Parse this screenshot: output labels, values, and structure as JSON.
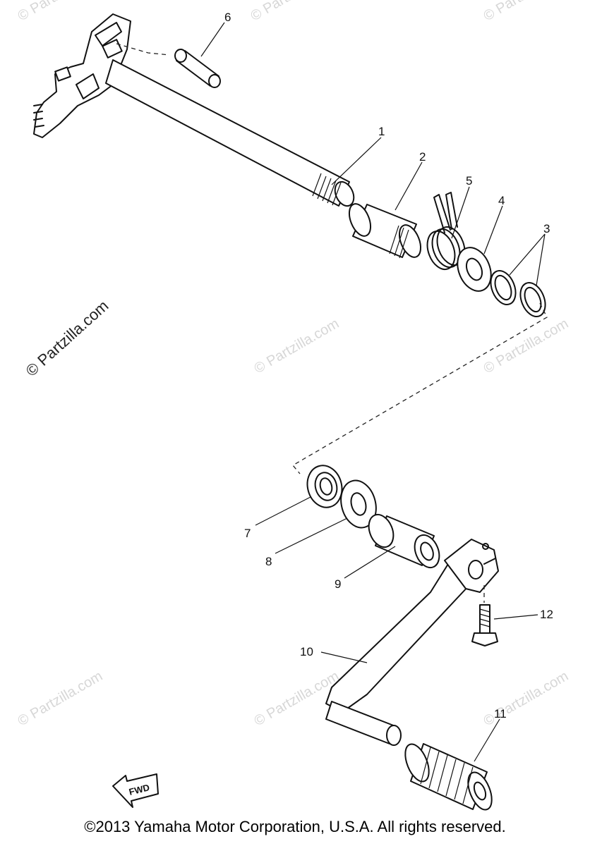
{
  "callouts": [
    {
      "id": "1",
      "label": "1"
    },
    {
      "id": "2",
      "label": "2"
    },
    {
      "id": "3",
      "label": "3"
    },
    {
      "id": "4",
      "label": "4"
    },
    {
      "id": "5",
      "label": "5"
    },
    {
      "id": "6",
      "label": "6"
    },
    {
      "id": "7",
      "label": "7"
    },
    {
      "id": "8",
      "label": "8"
    },
    {
      "id": "9",
      "label": "9"
    },
    {
      "id": "10",
      "label": "10"
    },
    {
      "id": "11",
      "label": "11"
    },
    {
      "id": "12",
      "label": "12"
    }
  ],
  "watermark": {
    "main": "© Partzilla.com",
    "faint": "© Partzilla.com"
  },
  "fwd_label": "FWD",
  "footer": {
    "copyright": "©2013 Yamaha Motor Corporation, U.S.A. All rights reserved."
  }
}
